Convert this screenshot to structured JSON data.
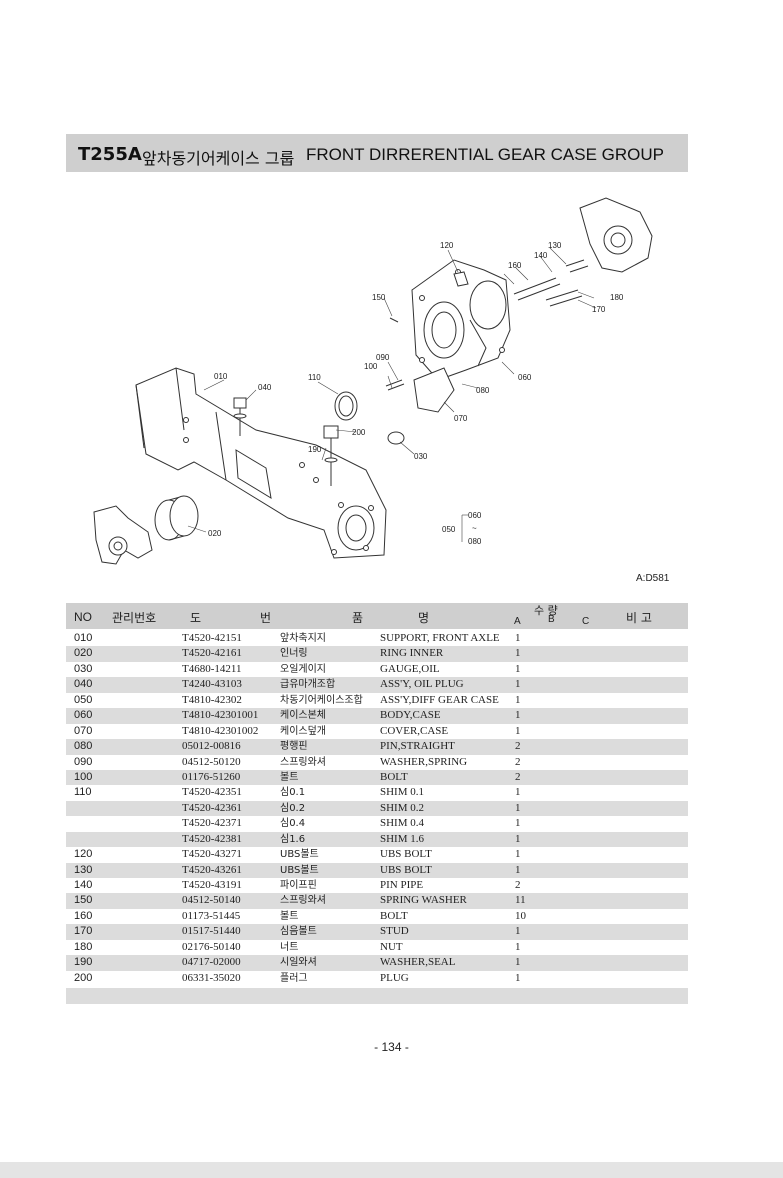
{
  "header": {
    "code": "T255A",
    "title_kr": "앞차동기어케이스 그룹",
    "title_en": "FRONT DIRRERENTIAL GEAR CASE GROUP"
  },
  "diagram": {
    "callouts": [
      "010",
      "020",
      "030",
      "040",
      "060",
      "070",
      "080",
      "090",
      "100",
      "110",
      "120",
      "130",
      "140",
      "150",
      "160",
      "170",
      "180",
      "190",
      "200"
    ],
    "bracket": {
      "label": "050",
      "top": "060",
      "tilde": "~",
      "bottom": "080"
    },
    "drawing_ref": "A:D581"
  },
  "table": {
    "headers": {
      "no": "NO",
      "mgmt": "관리번호",
      "drawing_1": "도",
      "drawing_2": "번",
      "name_1": "품",
      "name_2": "명",
      "qty": "수 량",
      "qty_a": "A",
      "qty_b": "B",
      "qty_c": "C",
      "remarks": "비 고"
    },
    "rows": [
      {
        "no": "010",
        "part": "T4520-42151",
        "kr": "앞차축지지",
        "en": "SUPPORT, FRONT AXLE",
        "qty": "1"
      },
      {
        "no": "020",
        "part": "T4520-42161",
        "kr": "인너링",
        "en": "RING INNER",
        "qty": "1"
      },
      {
        "no": "030",
        "part": "T4680-14211",
        "kr": "오일게이지",
        "en": "GAUGE,OIL",
        "qty": "1"
      },
      {
        "no": "040",
        "part": "T4240-43103",
        "kr": "급유마개조합",
        "en": "ASS'Y, OIL PLUG",
        "qty": "1"
      },
      {
        "no": "050",
        "part": "T4810-42302",
        "kr": "차동기어케이스조합",
        "en": "ASS'Y,DIFF GEAR CASE",
        "qty": "1"
      },
      {
        "no": "060",
        "part": "T4810-42301001",
        "kr": "케이스본체",
        "en": "BODY,CASE",
        "qty": "1"
      },
      {
        "no": "070",
        "part": "T4810-42301002",
        "kr": "케이스덮개",
        "en": "COVER,CASE",
        "qty": "1"
      },
      {
        "no": "080",
        "part": "05012-00816",
        "kr": "평행핀",
        "en": "PIN,STRAIGHT",
        "qty": "2"
      },
      {
        "no": "090",
        "part": "04512-50120",
        "kr": "스프링와셔",
        "en": "WASHER,SPRING",
        "qty": "2"
      },
      {
        "no": "100",
        "part": "01176-51260",
        "kr": "볼트",
        "en": "BOLT",
        "qty": "2"
      },
      {
        "no": "110",
        "part": "T4520-42351",
        "kr": "심0.1",
        "en": "SHIM 0.1",
        "qty": "1"
      },
      {
        "no": "",
        "part": "T4520-42361",
        "kr": "심0.2",
        "en": "SHIM 0.2",
        "qty": "1"
      },
      {
        "no": "",
        "part": "T4520-42371",
        "kr": "심0.4",
        "en": "SHIM 0.4",
        "qty": "1"
      },
      {
        "no": "",
        "part": "T4520-42381",
        "kr": "심1.6",
        "en": "SHIM 1.6",
        "qty": "1"
      },
      {
        "no": "120",
        "part": "T4520-43271",
        "kr": "UBS볼트",
        "en": "UBS BOLT",
        "qty": "1"
      },
      {
        "no": "130",
        "part": "T4520-43261",
        "kr": "UBS볼트",
        "en": "UBS BOLT",
        "qty": "1"
      },
      {
        "no": "140",
        "part": "T4520-43191",
        "kr": "파이프핀",
        "en": "PIN PIPE",
        "qty": "2"
      },
      {
        "no": "150",
        "part": "04512-50140",
        "kr": "스프링와셔",
        "en": "SPRING WASHER",
        "qty": "11"
      },
      {
        "no": "160",
        "part": "01173-51445",
        "kr": "볼트",
        "en": "BOLT",
        "qty": "10"
      },
      {
        "no": "170",
        "part": "01517-51440",
        "kr": "심음볼트",
        "en": "STUD",
        "qty": "1"
      },
      {
        "no": "180",
        "part": "02176-50140",
        "kr": "너트",
        "en": "NUT",
        "qty": "1"
      },
      {
        "no": "190",
        "part": "04717-02000",
        "kr": "시일와셔",
        "en": "WASHER,SEAL",
        "qty": "1"
      },
      {
        "no": "200",
        "part": "06331-35020",
        "kr": "플러그",
        "en": "PLUG",
        "qty": "1"
      }
    ]
  },
  "page_number": "- 134 -"
}
